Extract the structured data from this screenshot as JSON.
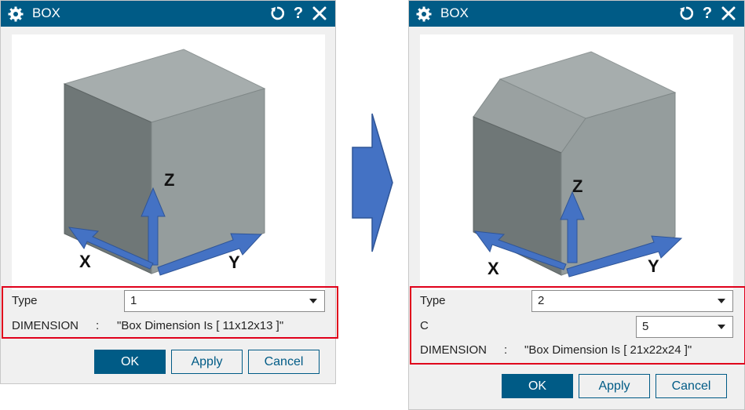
{
  "left_dialog": {
    "title": "BOX",
    "axes": {
      "x": "X",
      "y": "Y",
      "z": "Z"
    },
    "type_label": "Type",
    "type_value": "1",
    "dimension_label": "DIMENSION",
    "dimension_sep": ":",
    "dimension_value": "\"Box Dimension Is [ 11x12x13 ]\"",
    "buttons": {
      "ok": "OK",
      "apply": "Apply",
      "cancel": "Cancel"
    }
  },
  "right_dialog": {
    "title": "BOX",
    "axes": {
      "x": "X",
      "y": "Y",
      "z": "Z"
    },
    "type_label": "Type",
    "type_value": "2",
    "c_label": "C",
    "c_value": "5",
    "dimension_label": "DIMENSION",
    "dimension_sep": ":",
    "dimension_value": "\"Box Dimension Is [ 21x22x24 ]\"",
    "buttons": {
      "ok": "OK",
      "apply": "Apply",
      "cancel": "Cancel"
    }
  },
  "titlebar_icons": {
    "help": "?"
  },
  "colors": {
    "titlebar": "#005b86",
    "highlight": "#e0001b",
    "arrow_blue": "#4472c4",
    "face_top": "#a6adad",
    "face_left": "#6f7777",
    "face_right": "#959d9d"
  }
}
